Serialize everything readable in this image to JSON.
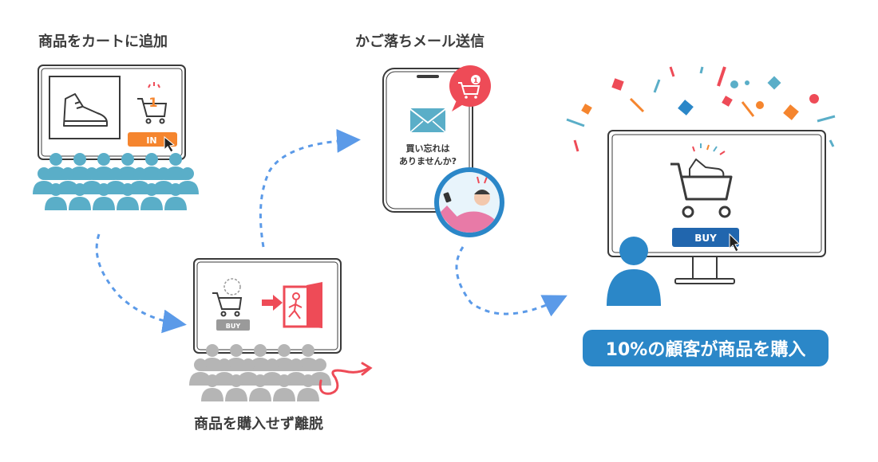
{
  "steps": [
    {
      "label": "商品をカートに追加"
    },
    {
      "label": "商品を購入せず離脱"
    },
    {
      "label": "かご落ちメール送信"
    }
  ],
  "step1": {
    "cart_count": "1",
    "in_button": "IN"
  },
  "step2": {
    "buy_button": "BUY"
  },
  "step3": {
    "mail_text_line1": "買い忘れは",
    "mail_text_line2": "ありませんか?",
    "badge_count": "1"
  },
  "result": {
    "buy_button": "BUY",
    "caption": "10%の顧客が商品を購入"
  },
  "colors": {
    "orange": "#f5852e",
    "red": "#ee4b57",
    "blue": "#2b87c8",
    "teal": "#5aaec8",
    "gray": "#b5b5b5",
    "arrow": "#5b9ae8"
  }
}
